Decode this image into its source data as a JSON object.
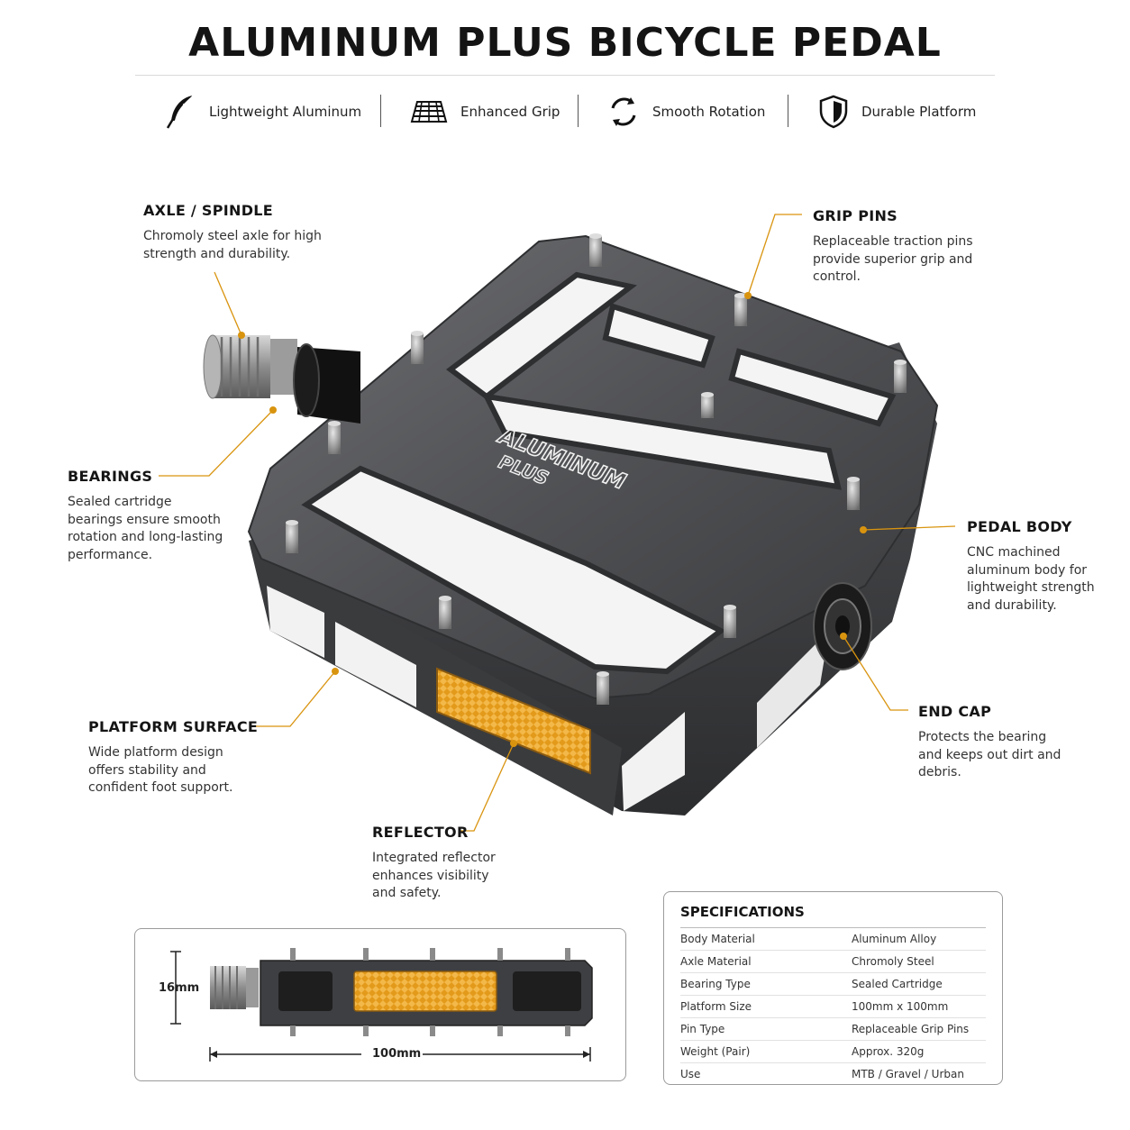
{
  "title": "ALUMINUM PLUS BICYCLE PEDAL",
  "features": [
    {
      "label": "Lightweight Aluminum",
      "icon": "feather-icon"
    },
    {
      "label": "Enhanced Grip",
      "icon": "grip-tread-icon"
    },
    {
      "label": "Smooth Rotation",
      "icon": "rotation-arrows-icon"
    },
    {
      "label": "Durable Platform",
      "icon": "shield-icon"
    }
  ],
  "pedal_logo": {
    "line1": "ALUMINUM",
    "line2": "PLUS"
  },
  "callouts": {
    "axle": {
      "title": "AXLE / SPINDLE",
      "desc": "Chromoly steel axle for high strength and durability."
    },
    "grip": {
      "title": "GRIP PINS",
      "desc": "Replaceable traction pins provide superior grip and control."
    },
    "bearings": {
      "title": "BEARINGS",
      "desc": "Sealed cartridge bearings ensure smooth rotation and long-lasting performance."
    },
    "body": {
      "title": "PEDAL BODY",
      "desc": "CNC machined aluminum body for lightweight strength and durability."
    },
    "platform": {
      "title": "PLATFORM SURFACE",
      "desc": "Wide platform design offers stability and confident foot support."
    },
    "endcap": {
      "title": "END CAP",
      "desc": "Protects the bearing and keeps out dirt and debris."
    },
    "reflector": {
      "title": "REFLECTOR",
      "desc": "Integrated reflector enhances visibility and safety."
    }
  },
  "dimensions": {
    "height": "16mm",
    "width": "100mm"
  },
  "specs": {
    "title": "SPECIFICATIONS",
    "rows": [
      {
        "k": "Body Material",
        "v": "Aluminum Alloy"
      },
      {
        "k": "Axle Material",
        "v": "Chromoly Steel"
      },
      {
        "k": "Bearing Type",
        "v": "Sealed Cartridge"
      },
      {
        "k": "Platform Size",
        "v": "100mm x 100mm"
      },
      {
        "k": "Pin Type",
        "v": "Replaceable Grip Pins"
      },
      {
        "k": "Weight (Pair)",
        "v": "Approx. 320g"
      },
      {
        "k": "Use",
        "v": "MTB / Gravel / Urban"
      }
    ]
  },
  "colors": {
    "accent": "#d9940f",
    "body": "#4a4b4e",
    "reflector": "#e39a1a"
  }
}
